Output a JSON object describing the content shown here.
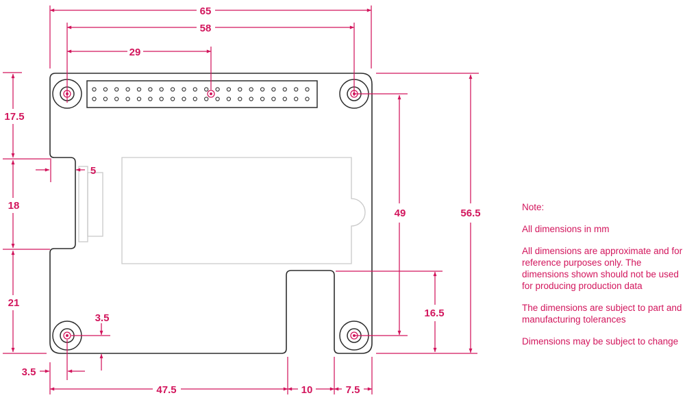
{
  "colors": {
    "accent": "#d2155c",
    "outline": "#2d2d2d",
    "component": "#c9c9c9",
    "background": "#ffffff"
  },
  "units": "mm",
  "dims": {
    "board_width": "65",
    "hole_spacing_x": "58",
    "header_center": "29",
    "top_to_notch": "17.5",
    "notch_height": "18",
    "notch_to_bottom": "21",
    "connector_depth": "5",
    "hole_offset_x": "3.5",
    "hole_offset_y": "3.5",
    "hole_spacing_y": "49",
    "board_height": "56.5",
    "slot_height": "16.5",
    "left_to_slot": "47.5",
    "slot_width": "10",
    "slot_to_right": "7.5"
  },
  "header": {
    "rows": 2,
    "pins_per_row": 20
  },
  "note": {
    "title": "Note:",
    "lines": [
      "All dimensions in mm",
      "All dimensions are approximate and for reference purposes only. The dimensions shown should not be used for producing production data",
      "The dimensions are subject to part and manufacturing tolerances",
      "Dimensions may be subject to change"
    ]
  }
}
